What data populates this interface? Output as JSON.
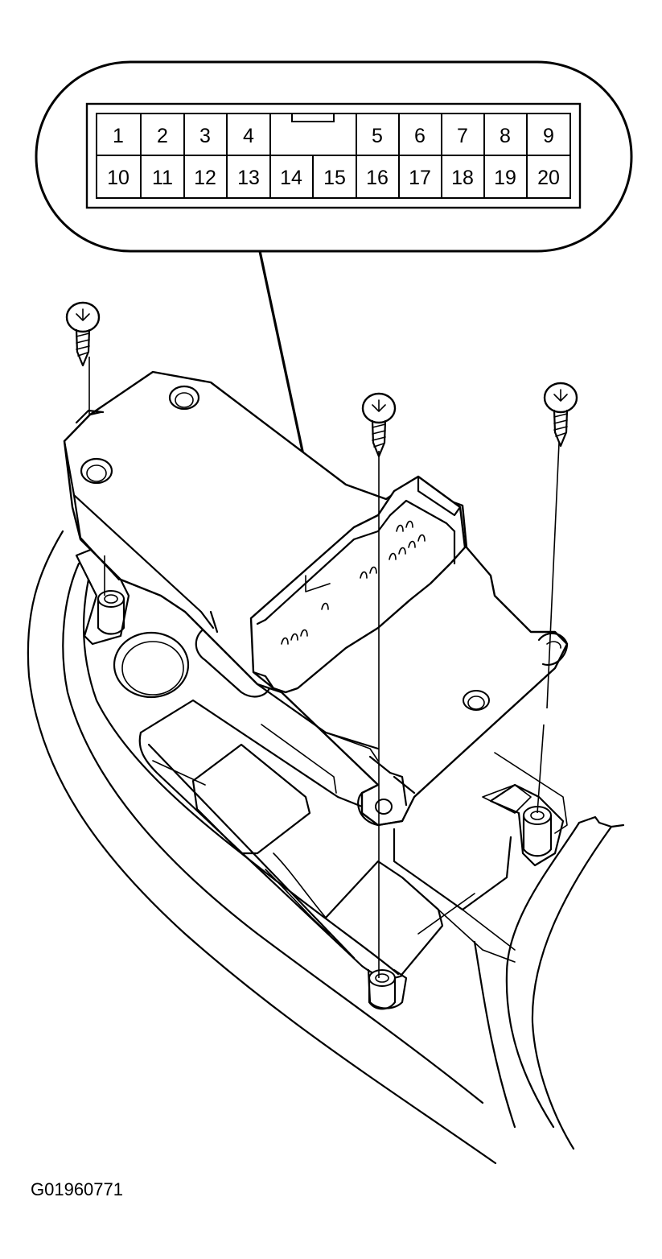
{
  "connector": {
    "top_row": [
      "1",
      "2",
      "3",
      "4",
      "",
      "5",
      "6",
      "7",
      "8",
      "9"
    ],
    "bottom_row": [
      "10",
      "11",
      "12",
      "13",
      "14",
      "15",
      "16",
      "17",
      "18",
      "19",
      "20"
    ]
  },
  "figure_id": "G01960771",
  "icons": [
    "connector-callout",
    "screw-icon",
    "control-unit",
    "mounting-boss",
    "console-panel"
  ]
}
